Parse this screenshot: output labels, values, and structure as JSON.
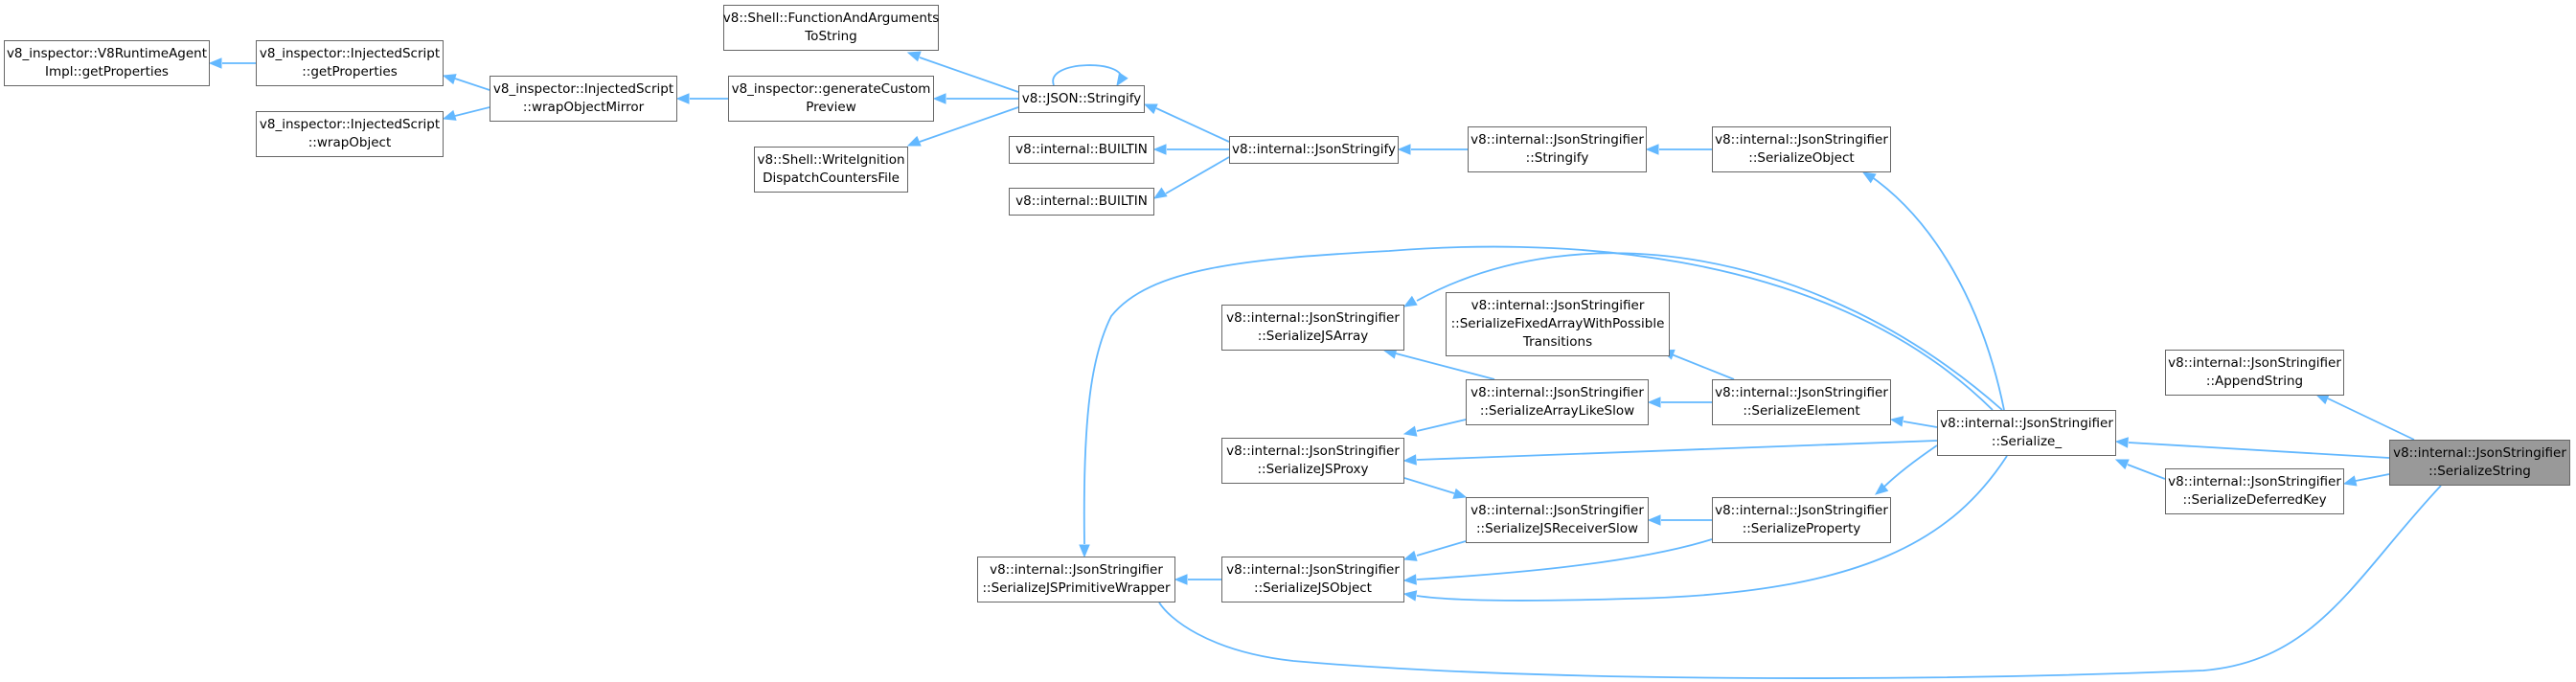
{
  "nodes": {
    "runtime_get_properties": [
      "v8_inspector::V8RuntimeAgent",
      "Impl::getProperties"
    ],
    "injected_get_properties": [
      "v8_inspector::InjectedScript",
      "::getProperties"
    ],
    "injected_wrap_object": [
      "v8_inspector::InjectedScript",
      "::wrapObject"
    ],
    "injected_wrap_object_mirror": [
      "v8_inspector::InjectedScript",
      "::wrapObjectMirror"
    ],
    "shell_function_and_arguments": [
      "v8::Shell::FunctionAndArguments",
      "ToString"
    ],
    "generate_custom_preview": [
      "v8_inspector::generateCustom",
      "Preview"
    ],
    "shell_write_ignition": [
      "v8::Shell::WriteIgnition",
      "DispatchCountersFile"
    ],
    "json_stringify": [
      "v8::JSON::Stringify"
    ],
    "builtin_1": [
      "v8::internal::BUILTIN"
    ],
    "builtin_2": [
      "v8::internal::BUILTIN"
    ],
    "internal_json_stringify": [
      "v8::internal::JsonStringify"
    ],
    "stringifier_stringify": [
      "v8::internal::JsonStringifier",
      "::Stringify"
    ],
    "serialize_object": [
      "v8::internal::JsonStringifier",
      "::SerializeObject"
    ],
    "serialize_fixed_array": [
      "v8::internal::JsonStringifier",
      "::SerializeFixedArrayWithPossible",
      "Transitions"
    ],
    "serialize_js_array": [
      "v8::internal::JsonStringifier",
      "::SerializeJSArray"
    ],
    "serialize_array_like_slow": [
      "v8::internal::JsonStringifier",
      "::SerializeArrayLikeSlow"
    ],
    "serialize_element": [
      "v8::internal::JsonStringifier",
      "::SerializeElement"
    ],
    "serialize_js_proxy": [
      "v8::internal::JsonStringifier",
      "::SerializeJSProxy"
    ],
    "serialize_js_receiver_slow": [
      "v8::internal::JsonStringifier",
      "::SerializeJSReceiverSlow"
    ],
    "serialize_property": [
      "v8::internal::JsonStringifier",
      "::SerializeProperty"
    ],
    "serialize_js_primitive_wrapper": [
      "v8::internal::JsonStringifier",
      "::SerializeJSPrimitiveWrapper"
    ],
    "serialize_js_object": [
      "v8::internal::JsonStringifier",
      "::SerializeJSObject"
    ],
    "serialize_": [
      "v8::internal::JsonStringifier",
      "::Serialize_"
    ],
    "append_string": [
      "v8::internal::JsonStringifier",
      "::AppendString"
    ],
    "serialize_deferred_key": [
      "v8::internal::JsonStringifier",
      "::SerializeDeferredKey"
    ],
    "serialize_string": [
      "v8::internal::JsonStringifier",
      "::SerializeString"
    ]
  },
  "focus_node": "serialize_string",
  "edge_color": "#63b8ff",
  "node_border_color": "#666666",
  "focus_fill_color": "#999999"
}
